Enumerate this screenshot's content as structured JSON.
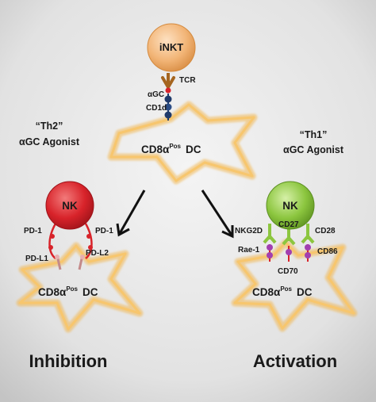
{
  "colors": {
    "background_center": "#f2f2f2",
    "background_edge": "#c9c9c9",
    "dc_outline": "#f2b64e",
    "inkt_cell": "#f0b878",
    "nk_inhibition": "#d8232a",
    "nk_activation": "#8cc63f",
    "receptor_red": "#d8232a",
    "receptor_purple": "#a23fb0",
    "cd1d_navy": "#1f3a6b"
  },
  "top": {
    "cell_label": "iNKT",
    "tcr_label": "TCR",
    "agc_label": "αGC",
    "cd1d_label": "CD1d",
    "dc_label_main": "CD8α",
    "dc_label_sup": "Pos",
    "dc_label_suffix": "DC"
  },
  "left": {
    "agonist_line1": "“Th2”",
    "agonist_line2": "αGC Agonist",
    "cell_label": "NK",
    "pd1_left": "PD-1",
    "pd1_right": "PD-1",
    "pdl1_label": "PD-L1",
    "pdl2_label": "PD-L2",
    "dc_label_main": "CD8α",
    "dc_label_sup": "Pos",
    "dc_label_suffix": "DC",
    "outcome": "Inhibition"
  },
  "right": {
    "agonist_line1": "“Th1”",
    "agonist_line2": "αGC Agonist",
    "cell_label": "NK",
    "nkg2d_label": "NKG2D",
    "cd27_label": "CD27",
    "cd28_label": "CD28",
    "rae1_label": "Rae-1",
    "cd86_label": "CD86",
    "cd70_label": "CD70",
    "dc_label_main": "CD8α",
    "dc_label_sup": "Pos",
    "dc_label_suffix": "DC",
    "outcome": "Activation"
  },
  "arrow_icons": [
    "arrow-left-down-icon",
    "arrow-right-down-icon"
  ]
}
